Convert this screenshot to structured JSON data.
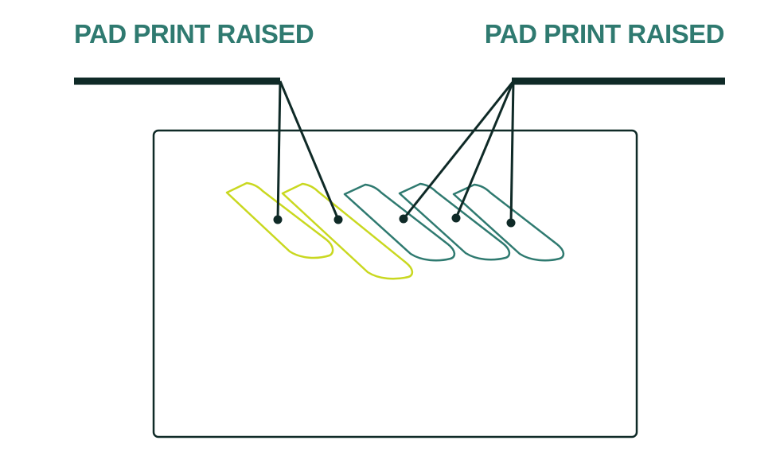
{
  "labels": {
    "left": "PAD PRINT RAISED",
    "right": "PAD PRINT RAISED"
  },
  "colors": {
    "label_text": "#2f7a70",
    "leader_line": "#0f2a27",
    "shape_yellow": "#c9d820",
    "shape_teal": "#2f7a70",
    "panel_border": "#0f2a27"
  },
  "shapes": [
    {
      "name": "yellow-shape-1",
      "color": "shape_yellow"
    },
    {
      "name": "yellow-shape-2",
      "color": "shape_yellow"
    },
    {
      "name": "teal-shape-1",
      "color": "shape_teal"
    },
    {
      "name": "teal-shape-2",
      "color": "shape_teal"
    },
    {
      "name": "teal-shape-3",
      "color": "shape_teal"
    }
  ]
}
